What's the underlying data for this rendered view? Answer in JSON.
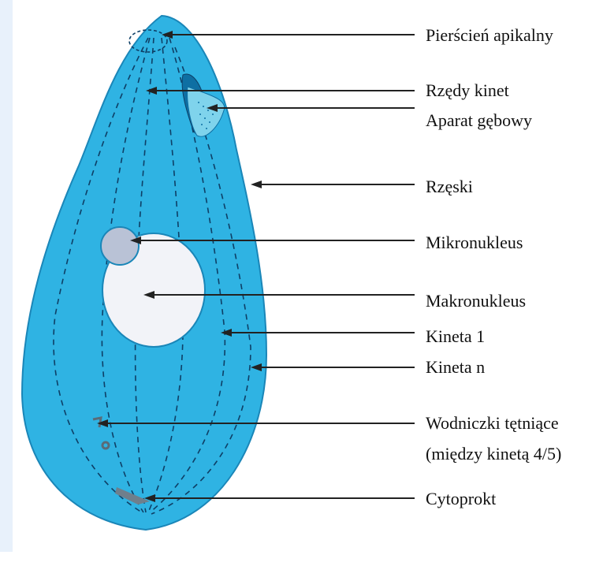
{
  "colors": {
    "body_fill": "#2fb3e3",
    "body_stroke": "#1a86b8",
    "cilia": "#1a86b8",
    "kinety": "#0e3f66",
    "macronucleus": "#f2f3f8",
    "micronucleus": "#b9c2d6",
    "arrows": "#222222",
    "background_band": "#e8f1fb"
  },
  "labels": {
    "apical_ring": "Pierścień apikalny",
    "kinety_rows": "Rzędy kinet",
    "oral_apparatus": "Aparat gębowy",
    "cilia": "Rzęski",
    "micronucleus": "Mikronukleus",
    "macronucleus": "Makronukleus",
    "kineta_1": "Kineta 1",
    "kineta_n": "Kineta n",
    "contractile_vacuoles_line1": "Wodniczki tętniące",
    "contractile_vacuoles_line2": "(między kinetą 4/5)",
    "cytoproct": "Cytoprokt"
  }
}
